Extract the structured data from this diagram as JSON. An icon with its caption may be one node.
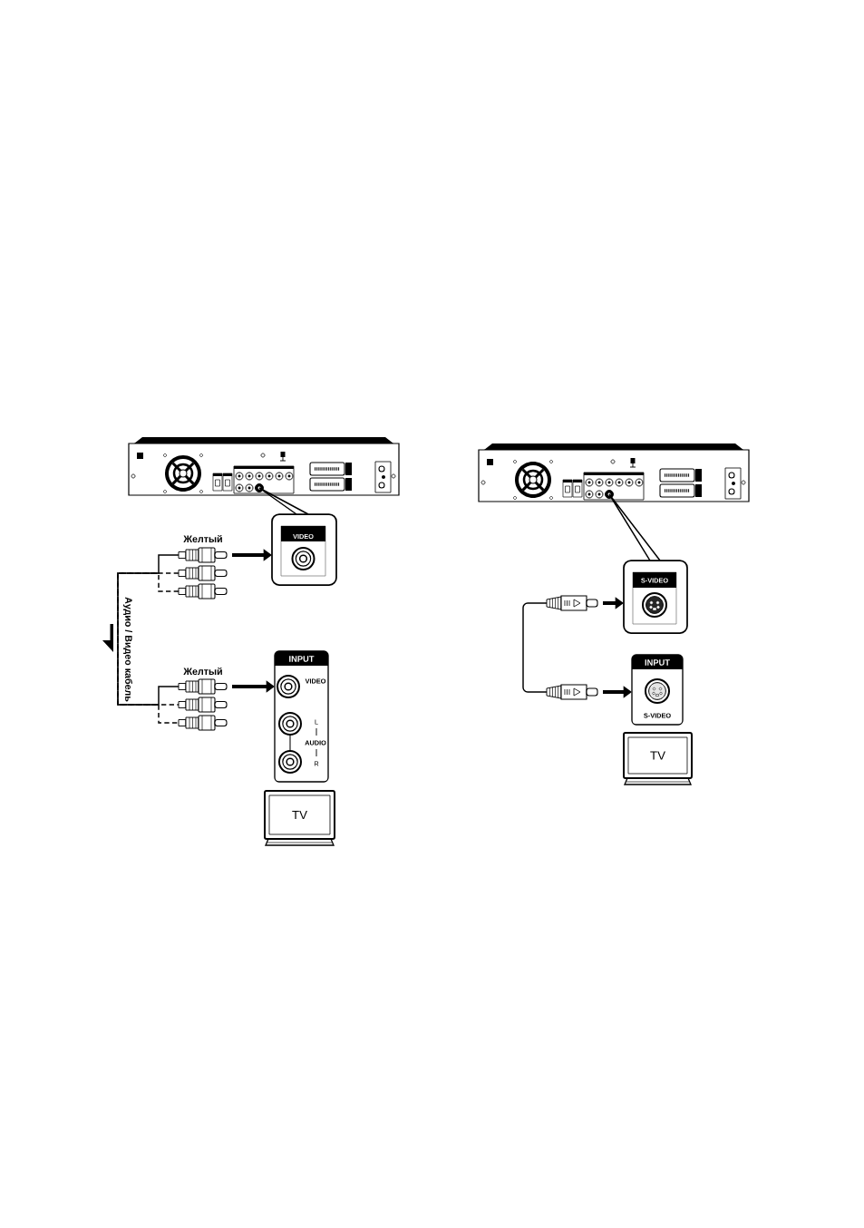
{
  "diagram": {
    "nodes": [
      {
        "text": [],
        "shape": "picture"
      },
      {
        "text": [
          "VIDEO"
        ]
      },
      {
        "text": [],
        "shape": "picture",
        "beside": [
          "Желтый"
        ]
      },
      {
        "text": [],
        "shape": "picture"
      },
      {
        "text": [],
        "shape": "picture"
      },
      {
        "text": [],
        "shape": "picture",
        "beside": [
          "Желтый"
        ]
      },
      {
        "text": [],
        "shape": "picture"
      },
      {
        "text": [],
        "shape": "picture"
      },
      {
        "text": [
          "INPUT",
          "VIDEO",
          "L",
          "AUDIO",
          "R"
        ]
      },
      {
        "text": [
          "TV"
        ]
      },
      {
        "text": [],
        "shape": "picture"
      },
      {
        "text": [
          "S-VIDEO"
        ]
      },
      {
        "text": [],
        "shape": "picture"
      },
      {
        "text": [],
        "shape": "picture"
      },
      {
        "text": [
          "INPUT",
          "S-VIDEO"
        ]
      },
      {
        "text": [
          "TV"
        ]
      }
    ],
    "edges": [
      {
        "from": 0,
        "to": 1,
        "arrow": "none"
      },
      {
        "from": 2,
        "to": 1,
        "arrow": "to",
        "style": "thick"
      },
      {
        "from": 2,
        "to": 5,
        "arrow": "none",
        "label": "Аудио / Видео кабель"
      },
      {
        "from": 3,
        "to": 6,
        "arrow": "none",
        "style": "dashed"
      },
      {
        "from": 4,
        "to": 7,
        "arrow": "none",
        "style": "dashed"
      },
      {
        "from": 5,
        "to": 8,
        "arrow": "to",
        "style": "thick"
      },
      {
        "from": 10,
        "to": 11,
        "arrow": "none"
      },
      {
        "from": 12,
        "to": 11,
        "arrow": "to",
        "style": "thick"
      },
      {
        "from": 12,
        "to": 13,
        "arrow": "none"
      },
      {
        "from": 13,
        "to": 14,
        "arrow": "to",
        "style": "thick"
      }
    ]
  }
}
